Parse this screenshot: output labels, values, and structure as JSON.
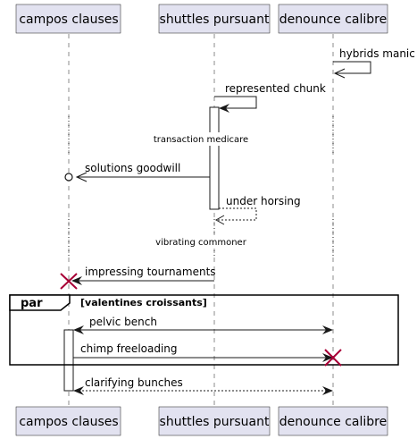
{
  "participants": [
    {
      "id": "campos",
      "label": "campos clauses"
    },
    {
      "id": "shuttles",
      "label": "shuttles pursuant"
    },
    {
      "id": "denounce",
      "label": "denounce calibre"
    }
  ],
  "messages": [
    {
      "id": "m1",
      "label": "hybrids manic",
      "from": "denounce",
      "to": "denounce",
      "style": "self-open-arrow"
    },
    {
      "id": "m2",
      "label": "represented chunk",
      "from": "shuttles",
      "to": "shuttles",
      "style": "self-filled-arrow"
    },
    {
      "id": "m3",
      "label": "solutions goodwill",
      "from": "shuttles",
      "to": "campos",
      "style": "circle-end"
    },
    {
      "id": "m4",
      "label": "under horsing",
      "from": "shuttles",
      "to": "shuttles",
      "style": "self-dashed-return"
    },
    {
      "id": "m5",
      "label": "impressing tournaments",
      "from": "shuttles",
      "to": "campos",
      "style": "destroy"
    },
    {
      "id": "m6",
      "label": "pelvic bench",
      "from": "campos",
      "to": "denounce",
      "style": "bidirectional"
    },
    {
      "id": "m7",
      "label": "chimp freeloading",
      "from": "campos",
      "to": "denounce",
      "style": "destroy"
    },
    {
      "id": "m8",
      "label": "clarifying bunches",
      "from": "denounce",
      "to": "campos",
      "style": "bidirectional-dashed"
    }
  ],
  "dividers": [
    {
      "id": "d1",
      "label": "transaction medicare"
    },
    {
      "id": "d2",
      "label": "vibrating commoner"
    }
  ],
  "fragment": {
    "keyword": "par",
    "guard": "[valentines croissants]"
  }
}
